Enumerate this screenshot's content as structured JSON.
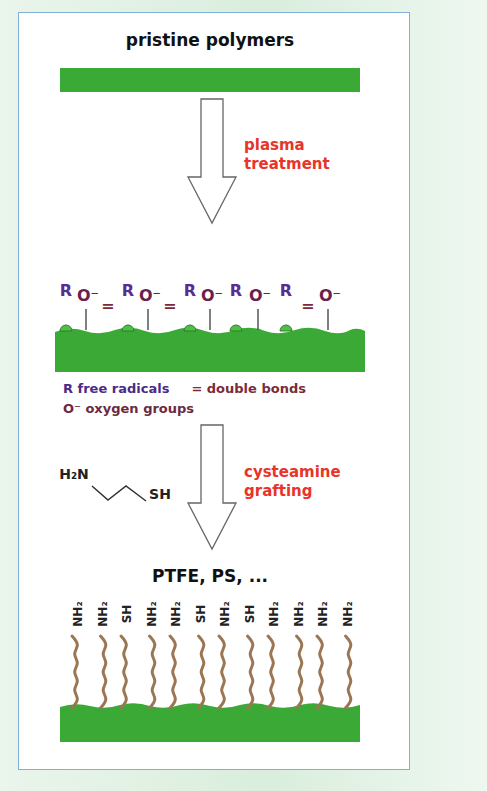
{
  "diagram": {
    "nodes": [
      {
        "text": [
          "pristine polymers"
        ]
      },
      {
        "text": [
          "R free radicals",
          "= double bonds",
          "O⁻ oxygen groups"
        ]
      },
      {
        "text": [
          "PTFE, PS, ..."
        ]
      }
    ],
    "edges": [
      {
        "from": 0,
        "to": 1,
        "arrow": "to",
        "label": "plasma treatment"
      },
      {
        "from": 1,
        "to": 2,
        "arrow": "to",
        "label": "cysteamine grafting"
      }
    ],
    "labels": [
      "R",
      "O⁻",
      "=",
      "R",
      "O⁻",
      "=",
      "R",
      "O⁻",
      "R",
      "O⁻",
      "R",
      "=",
      "O⁻",
      "H₂N",
      "SH",
      "NH₂",
      "NH₂",
      "SH",
      "NH₂",
      "NH₂",
      "SH",
      "NH₂",
      "SH",
      "NH₂",
      "NH₂",
      "NH₂",
      "NH₂"
    ]
  }
}
